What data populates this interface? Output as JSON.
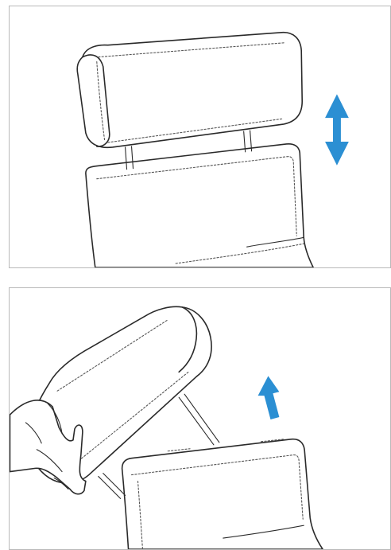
{
  "figure": {
    "panels": [
      {
        "id": "step-1",
        "depicts": "headrest-height-adjustment",
        "arrow_icon": "double-arrow-up-down-icon",
        "arrow_color": "#2b8fd3"
      },
      {
        "id": "step-2",
        "depicts": "headrest-removal",
        "arrow_icon": "arrow-up-icon",
        "arrow_color": "#2b8fd3"
      }
    ],
    "border_color": "#b9b9b9",
    "line_color": "#2a2a2a"
  }
}
